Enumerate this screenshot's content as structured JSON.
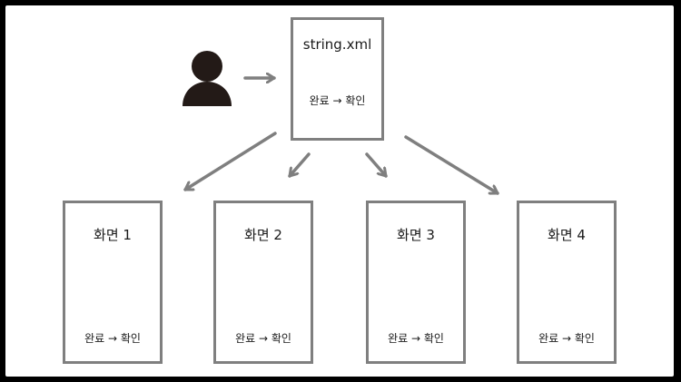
{
  "source": {
    "filename": "string.xml",
    "mapping": "완료 → 확인"
  },
  "screens": [
    {
      "title": "화면 1",
      "mapping": "완료 → 확인"
    },
    {
      "title": "화면 2",
      "mapping": "완료 → 확인"
    },
    {
      "title": "화면 3",
      "mapping": "완료 → 확인"
    },
    {
      "title": "화면 4",
      "mapping": "완료 → 확인"
    }
  ],
  "colors": {
    "border": "#7f7f7f",
    "arrow": "#7f7f7f",
    "person": "#231a17"
  },
  "icons": {
    "person": "person-icon"
  }
}
